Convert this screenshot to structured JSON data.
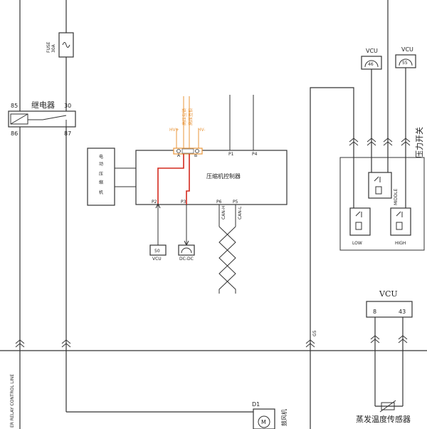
{
  "fuse": {
    "label": "FUSE",
    "rating": "30A"
  },
  "relay": {
    "label": "继电器",
    "pin85": "85",
    "pin86": "86",
    "pin30": "30",
    "pin87": "87"
  },
  "motor": {
    "label": "电动压缩机",
    "chars": [
      "电",
      "动",
      "压",
      "缩",
      "机"
    ]
  },
  "controller": {
    "label": "压缩机控制器",
    "pin_a": "A",
    "pin_b": "B",
    "pin_p1": "P1",
    "pin_p4": "P4",
    "pin_p2": "P2",
    "pin_p3": "P3",
    "pin_p6": "P6",
    "pin_p5": "P5"
  },
  "hv_inputs": {
    "left": "HV+",
    "right": "HV-",
    "wire1": "高压互锁",
    "wire2": "高压互锁"
  },
  "can": {
    "high": "CAN-H",
    "low": "CAN-L"
  },
  "vcu_box": {
    "label": "VCU"
  },
  "dcdc_box": {
    "label": "DC-DC"
  },
  "vcu_top": [
    {
      "label": "VCU",
      "pin": "46"
    },
    {
      "label": "VCU",
      "pin": "55"
    }
  ],
  "pressure_switch": {
    "label": "压力开关",
    "middle": "MIDDLE",
    "low": "LOW",
    "high": "HIGH"
  },
  "vcu_sensor": {
    "label": "VCU",
    "pin_left": "8",
    "pin_right": "43"
  },
  "evap_sensor": {
    "label": "蒸发温度传感器"
  },
  "wire_g5": "G5",
  "fan": {
    "ref": "D1",
    "label": "鼓风机",
    "symbol": "M"
  },
  "side_text": "ER RELAY CONTROL LINE"
}
